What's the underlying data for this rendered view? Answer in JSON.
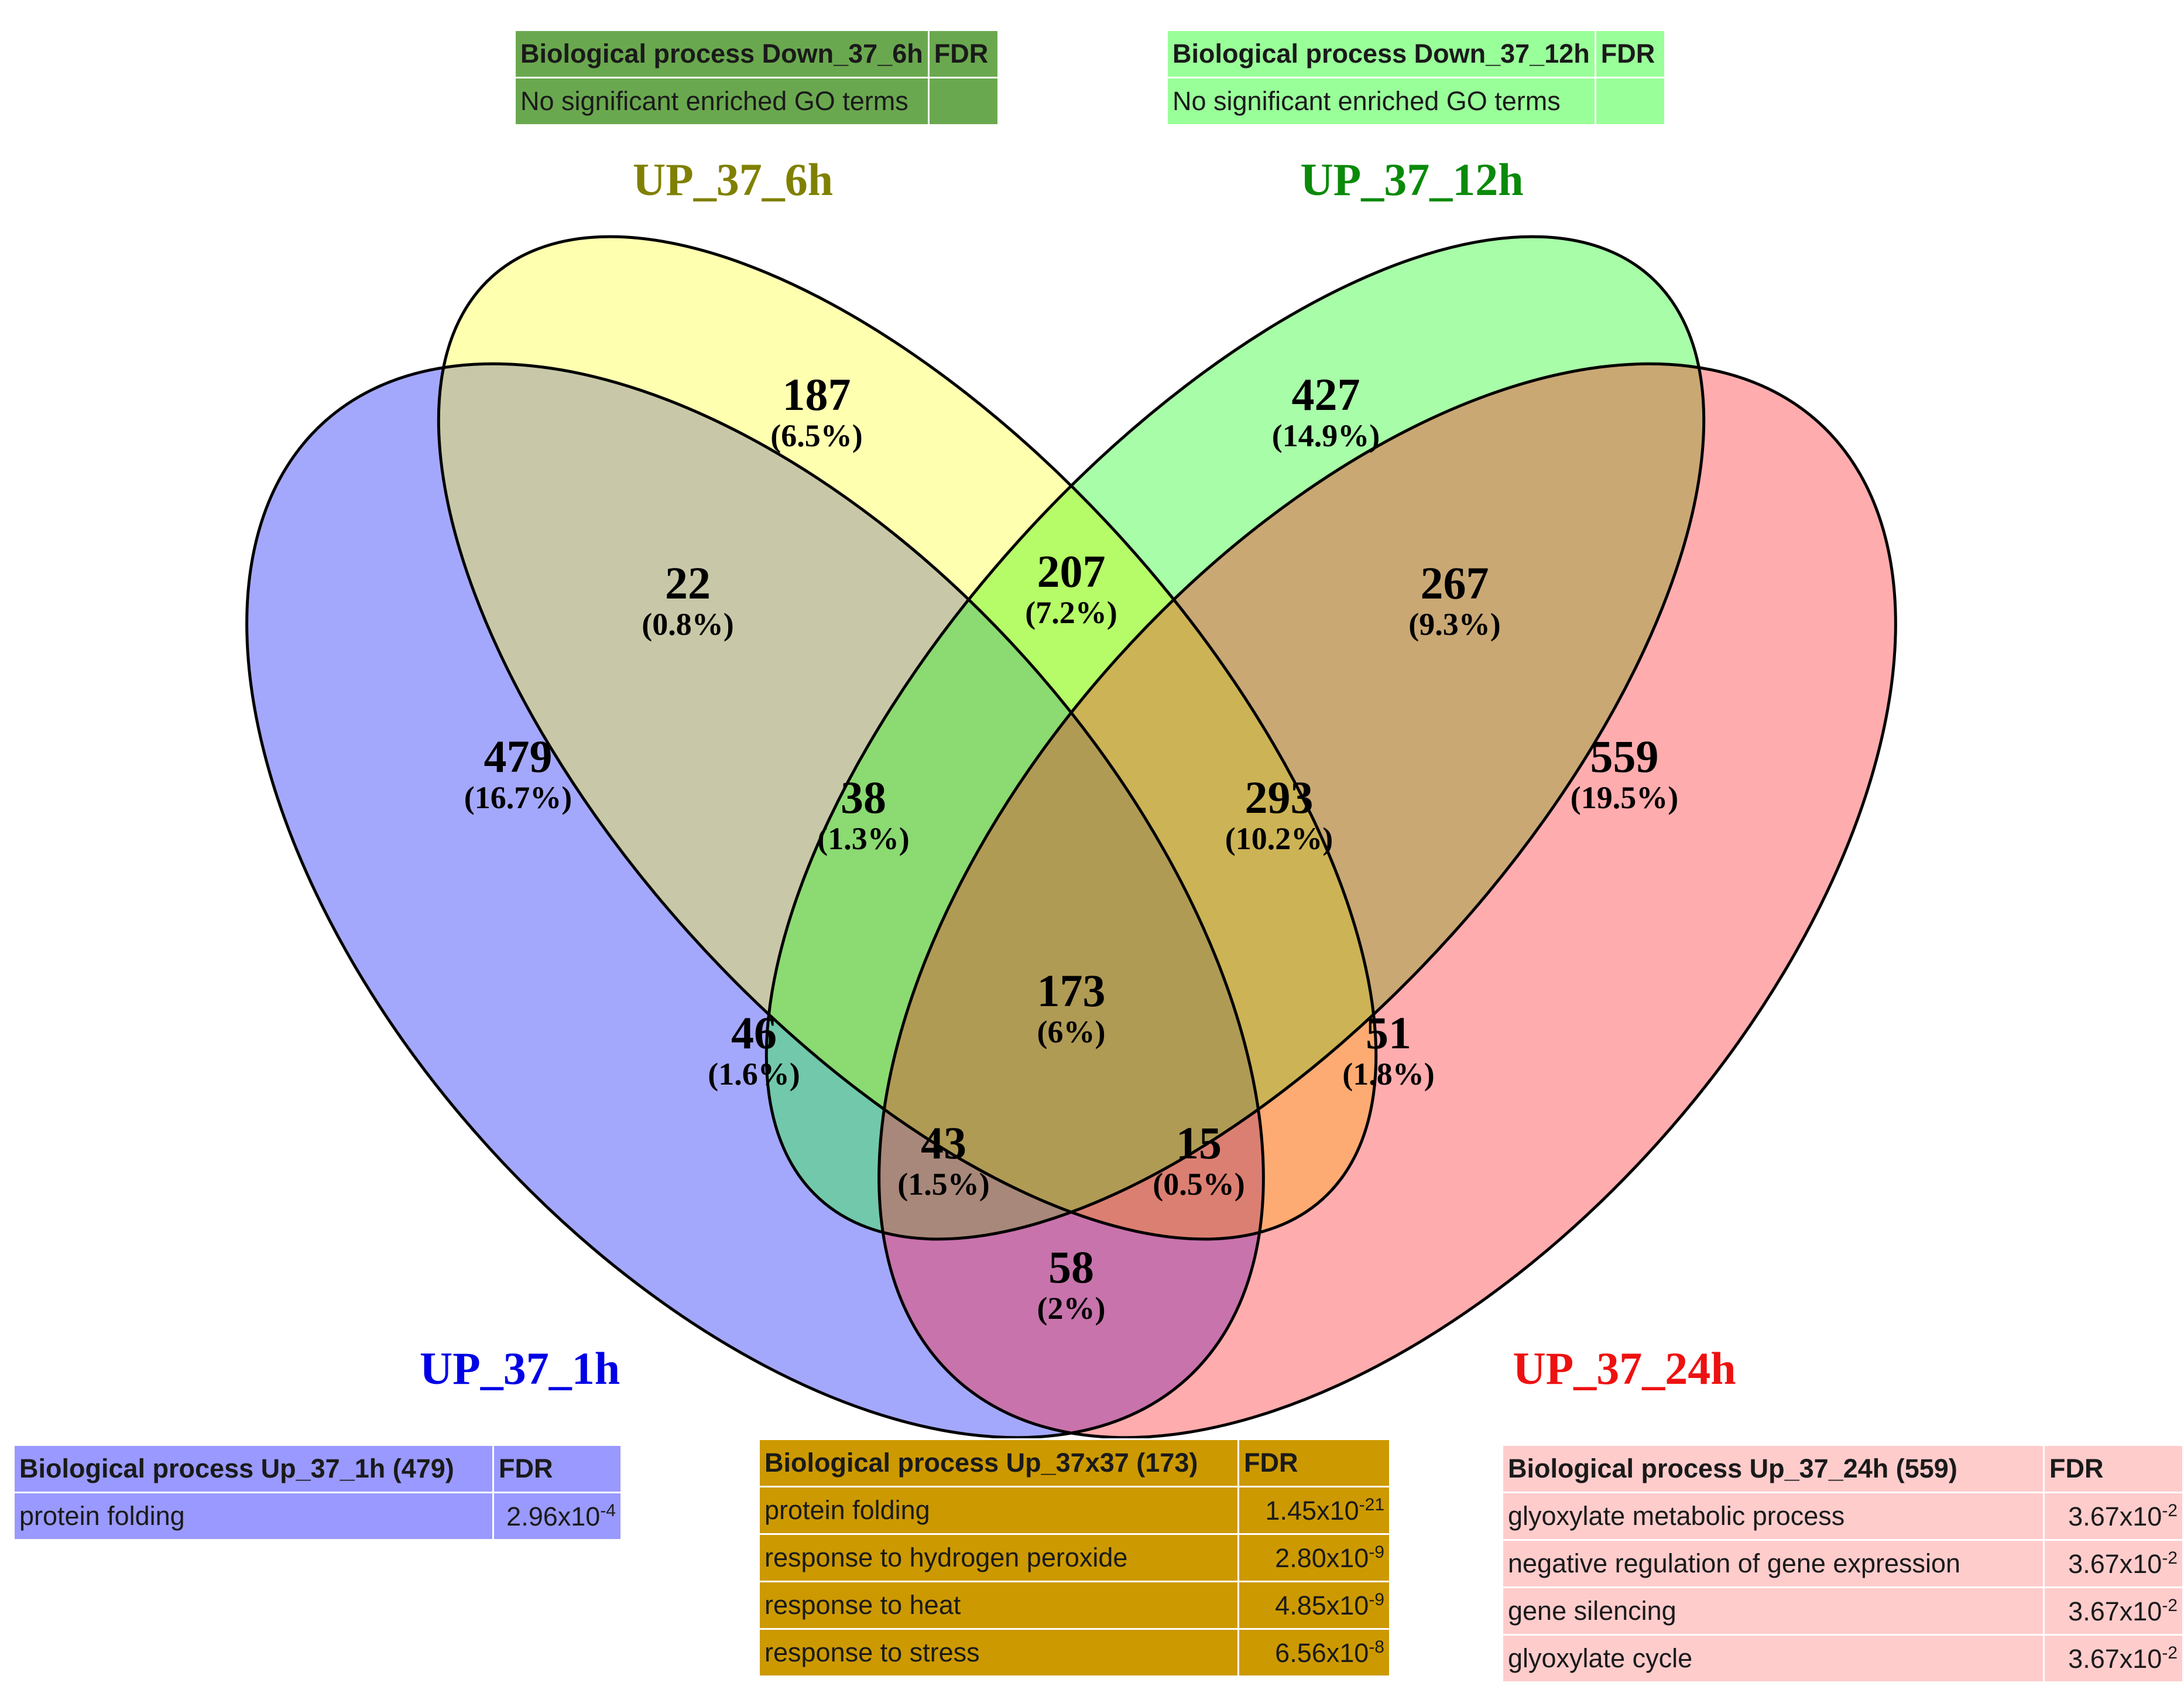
{
  "sets": [
    {
      "id": "up_1h",
      "label": "UP_37_1h",
      "color": "#0000e6",
      "fill": "#a4a8fc"
    },
    {
      "id": "up_6h",
      "label": "UP_37_6h",
      "color": "#808000",
      "fill": "#ffffb0"
    },
    {
      "id": "up_12h",
      "label": "UP_37_12h",
      "color": "#0a8a0a",
      "fill": "#a8fda8"
    },
    {
      "id": "up_24h",
      "label": "UP_37_24h",
      "color": "#ee1111",
      "fill": "#ffacae"
    }
  ],
  "regions": [
    {
      "id": "only_6h",
      "count": "187",
      "percent": "(6.5%)",
      "fill": "#ffffb0"
    },
    {
      "id": "only_12h",
      "count": "427",
      "percent": "(14.9%)",
      "fill": "#a8fda8"
    },
    {
      "id": "6h_1h",
      "count": "22",
      "percent": "(0.8%)",
      "fill": "#c8c8a8"
    },
    {
      "id": "6h_12h",
      "count": "207",
      "percent": "(7.2%)",
      "fill": "#b6fb68"
    },
    {
      "id": "12h_24h",
      "count": "267",
      "percent": "(9.3%)",
      "fill": "#c9a874"
    },
    {
      "id": "only_1h",
      "count": "479",
      "percent": "(16.7%)",
      "fill": "#a4a8fc"
    },
    {
      "id": "only_24h",
      "count": "559",
      "percent": "(19.5%)",
      "fill": "#ffacae"
    },
    {
      "id": "1h_6h_12h",
      "count": "38",
      "percent": "(1.3%)",
      "fill": "#8bda72"
    },
    {
      "id": "6h_12h_24h",
      "count": "293",
      "percent": "(10.2%)",
      "fill": "#ccb355"
    },
    {
      "id": "1h_12h",
      "count": "46",
      "percent": "(1.6%)",
      "fill": "#72c8aa"
    },
    {
      "id": "all_four",
      "count": "173",
      "percent": "(6%)",
      "fill": "#b09b55"
    },
    {
      "id": "6h_24h",
      "count": "51",
      "percent": "(1.8%)",
      "fill": "#fdab72"
    },
    {
      "id": "1h_12h_24h",
      "count": "43",
      "percent": "(1.5%)",
      "fill": "#a8887a"
    },
    {
      "id": "1h_6h_24h",
      "count": "15",
      "percent": "(0.5%)",
      "fill": "#db7f72"
    },
    {
      "id": "1h_24h",
      "count": "58",
      "percent": "(2%)",
      "fill": "#c873ac"
    }
  ],
  "tables": {
    "down_6h": {
      "header": "Biological  process Down_37_6h",
      "fdr_label": "FDR",
      "rows": [
        {
          "term": "No  significant enriched GO terms",
          "fdr": ""
        }
      ],
      "header_bg": "#6aa84f",
      "row_bg": "#6aa84f"
    },
    "down_12h": {
      "header": "Biological  process Down_37_12h",
      "fdr_label": "FDR",
      "rows": [
        {
          "term": "No  significant enriched GO terms",
          "fdr": ""
        }
      ],
      "header_bg": "#99ff99",
      "row_bg": "#99ff99"
    },
    "up_1h": {
      "header": "Biological  process Up_37_1h  (479)",
      "fdr_label": "FDR",
      "rows": [
        {
          "term": "protein folding",
          "fdr": "2.96x10",
          "exp": "-4"
        }
      ],
      "header_bg": "#9999ff",
      "row_bg": "#9999ff"
    },
    "up_37x37": {
      "header": "Biological  process Up_37x37  (173)",
      "fdr_label": "FDR",
      "rows": [
        {
          "term": "protein folding",
          "fdr": "1.45x10",
          "exp": "-21"
        },
        {
          "term": "response to hydrogen peroxide",
          "fdr": "2.80x10",
          "exp": "-9"
        },
        {
          "term": "response to heat",
          "fdr": "4.85x10",
          "exp": "-9"
        },
        {
          "term": "response to stress",
          "fdr": "6.56x10",
          "exp": "-8"
        }
      ],
      "header_bg": "#cc9900",
      "row_bg": "#cc9900"
    },
    "up_24h": {
      "header": "Biological  process Up_37_24h  (559)",
      "fdr_label": "FDR",
      "rows": [
        {
          "term": "glyoxylate metabolic process",
          "fdr": "3.67x10",
          "exp": "-2"
        },
        {
          "term": "negative regulation of gene  expression",
          "fdr": "3.67x10",
          "exp": "-2"
        },
        {
          "term": "gene  silencing",
          "fdr": "3.67x10",
          "exp": "-2"
        },
        {
          "term": "glyoxylate cycle",
          "fdr": "3.67x10",
          "exp": "-2"
        }
      ],
      "header_bg": "#ffcccc",
      "row_bg": "#ffcccc"
    }
  }
}
